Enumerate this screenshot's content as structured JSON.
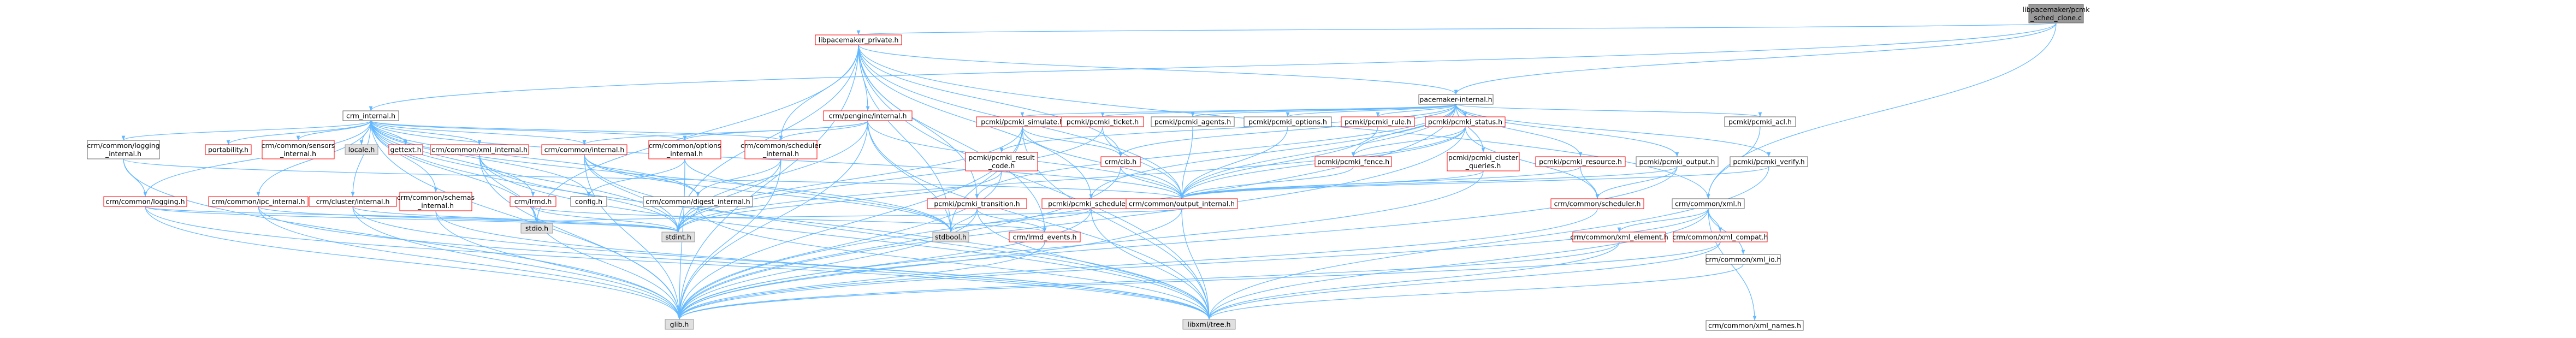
{
  "graph": {
    "title": "",
    "nodes": [
      {
        "id": "root",
        "lines": [
          "libpacemaker/pcmk",
          "_sched_clone.c"
        ],
        "style": "root"
      },
      {
        "id": "libpacemaker_private",
        "lines": [
          "libpacemaker_private.h"
        ],
        "style": "red"
      },
      {
        "id": "crm_internal",
        "lines": [
          "crm_internal.h"
        ],
        "style": "normal"
      },
      {
        "id": "pacemaker_internal",
        "lines": [
          "pacemaker-internal.h"
        ],
        "style": "normal"
      },
      {
        "id": "crm_pengine_internal",
        "lines": [
          "crm/pengine/internal.h"
        ],
        "style": "red"
      },
      {
        "id": "cs_logging_internal",
        "lines": [
          "crm/common/logging",
          "_internal.h"
        ],
        "style": "normal"
      },
      {
        "id": "portability",
        "lines": [
          "portability.h"
        ],
        "style": "red"
      },
      {
        "id": "sensors_internal",
        "lines": [
          "crm/common/sensors",
          "_internal.h"
        ],
        "style": "red"
      },
      {
        "id": "locale",
        "lines": [
          "locale.h"
        ],
        "style": "gray"
      },
      {
        "id": "gettext",
        "lines": [
          "gettext.h"
        ],
        "style": "red"
      },
      {
        "id": "xml_internal",
        "lines": [
          "crm/common/xml_internal.h"
        ],
        "style": "red"
      },
      {
        "id": "common_internal",
        "lines": [
          "crm/common/internal.h"
        ],
        "style": "red"
      },
      {
        "id": "options_internal",
        "lines": [
          "crm/common/options",
          "_internal.h"
        ],
        "style": "red"
      },
      {
        "id": "scheduler_internal",
        "lines": [
          "crm/common/scheduler",
          "_internal.h"
        ],
        "style": "red"
      },
      {
        "id": "simulate",
        "lines": [
          "pcmki/pcmki_simulate.h"
        ],
        "style": "red"
      },
      {
        "id": "ticket",
        "lines": [
          "pcmki/pcmki_ticket.h"
        ],
        "style": "red"
      },
      {
        "id": "agents",
        "lines": [
          "pcmki/pcmki_agents.h"
        ],
        "style": "normal"
      },
      {
        "id": "options",
        "lines": [
          "pcmki/pcmki_options.h"
        ],
        "style": "normal"
      },
      {
        "id": "rule",
        "lines": [
          "pcmki/pcmki_rule.h"
        ],
        "style": "red"
      },
      {
        "id": "status",
        "lines": [
          "pcmki/pcmki_status.h"
        ],
        "style": "red"
      },
      {
        "id": "acl",
        "lines": [
          "pcmki/pcmki_acl.h"
        ],
        "style": "normal"
      },
      {
        "id": "logging",
        "lines": [
          "crm/common/logging.h"
        ],
        "style": "red"
      },
      {
        "id": "ipc_internal",
        "lines": [
          "crm/common/ipc_internal.h"
        ],
        "style": "red"
      },
      {
        "id": "cluster_internal",
        "lines": [
          "crm/cluster/internal.h"
        ],
        "style": "red"
      },
      {
        "id": "schemas_internal",
        "lines": [
          "crm/common/schemas",
          "_internal.h"
        ],
        "style": "red"
      },
      {
        "id": "lrmd",
        "lines": [
          "crm/lrmd.h"
        ],
        "style": "red"
      },
      {
        "id": "config",
        "lines": [
          "config.h"
        ],
        "style": "normal"
      },
      {
        "id": "digest_internal",
        "lines": [
          "crm/common/digest_internal.h"
        ],
        "style": "normal"
      },
      {
        "id": "result_code",
        "lines": [
          "pcmki/pcmki_result",
          "_code.h"
        ],
        "style": "red"
      },
      {
        "id": "cib",
        "lines": [
          "crm/cib.h"
        ],
        "style": "red"
      },
      {
        "id": "transition",
        "lines": [
          "pcmki/pcmki_transition.h"
        ],
        "style": "red"
      },
      {
        "id": "pcmki_scheduler",
        "lines": [
          "pcmki/pcmki_scheduler.h"
        ],
        "style": "red"
      },
      {
        "id": "output_internal",
        "lines": [
          "crm/common/output_internal.h"
        ],
        "style": "red"
      },
      {
        "id": "fence",
        "lines": [
          "pcmki/pcmki_fence.h"
        ],
        "style": "red"
      },
      {
        "id": "cluster_queries",
        "lines": [
          "pcmki/pcmki_cluster",
          "_queries.h"
        ],
        "style": "red"
      },
      {
        "id": "resource",
        "lines": [
          "pcmki/pcmki_resource.h"
        ],
        "style": "red"
      },
      {
        "id": "pcmki_output",
        "lines": [
          "pcmki/pcmki_output.h"
        ],
        "style": "normal"
      },
      {
        "id": "verify",
        "lines": [
          "pcmki/pcmki_verify.h"
        ],
        "style": "normal"
      },
      {
        "id": "common_scheduler",
        "lines": [
          "crm/common/scheduler.h"
        ],
        "style": "red"
      },
      {
        "id": "xml",
        "lines": [
          "crm/common/xml.h"
        ],
        "style": "normal"
      },
      {
        "id": "stdio",
        "lines": [
          "stdio.h"
        ],
        "style": "gray"
      },
      {
        "id": "stdint",
        "lines": [
          "stdint.h"
        ],
        "style": "gray"
      },
      {
        "id": "stdbool",
        "lines": [
          "stdbool.h"
        ],
        "style": "gray"
      },
      {
        "id": "lrmd_events",
        "lines": [
          "crm/lrmd_events.h"
        ],
        "style": "red"
      },
      {
        "id": "xml_element",
        "lines": [
          "crm/common/xml_element.h"
        ],
        "style": "red"
      },
      {
        "id": "xml_compat",
        "lines": [
          "crm/common/xml_compat.h"
        ],
        "style": "red"
      },
      {
        "id": "xml_io",
        "lines": [
          "crm/common/xml_io.h"
        ],
        "style": "normal"
      },
      {
        "id": "glib",
        "lines": [
          "glib.h"
        ],
        "style": "gray"
      },
      {
        "id": "libxml_tree",
        "lines": [
          "libxml/tree.h"
        ],
        "style": "gray"
      },
      {
        "id": "xml_names",
        "lines": [
          "crm/common/xml_names.h"
        ],
        "style": "normal"
      }
    ],
    "edges": [
      [
        "root",
        "libpacemaker_private"
      ],
      [
        "root",
        "crm_internal"
      ],
      [
        "root",
        "pacemaker_internal"
      ],
      [
        "root",
        "xml"
      ],
      [
        "libpacemaker_private",
        "pacemaker_internal"
      ],
      [
        "libpacemaker_private",
        "crm_pengine_internal"
      ],
      [
        "libpacemaker_private",
        "scheduler_internal"
      ],
      [
        "libpacemaker_private",
        "glib"
      ],
      [
        "libpacemaker_private",
        "stdio"
      ],
      [
        "libpacemaker_private",
        "stdbool"
      ],
      [
        "libpacemaker_private",
        "stdint"
      ],
      [
        "libpacemaker_private",
        "lrmd_events"
      ],
      [
        "libpacemaker_private",
        "output_internal"
      ],
      [
        "libpacemaker_private",
        "pcmki_scheduler"
      ],
      [
        "libpacemaker_private",
        "transition"
      ],
      [
        "libpacemaker_private",
        "xml"
      ],
      [
        "libpacemaker_private",
        "cib"
      ],
      [
        "libpacemaker_private",
        "libxml_tree"
      ],
      [
        "crm_internal",
        "config"
      ],
      [
        "crm_internal",
        "glib"
      ],
      [
        "crm_internal",
        "stdbool"
      ],
      [
        "crm_internal",
        "libxml_tree"
      ],
      [
        "crm_internal",
        "cs_logging_internal"
      ],
      [
        "crm_internal",
        "portability"
      ],
      [
        "crm_internal",
        "sensors_internal"
      ],
      [
        "crm_internal",
        "locale"
      ],
      [
        "crm_internal",
        "gettext"
      ],
      [
        "crm_internal",
        "xml_internal"
      ],
      [
        "crm_internal",
        "common_internal"
      ],
      [
        "crm_internal",
        "options_internal"
      ],
      [
        "crm_internal",
        "scheduler_internal"
      ],
      [
        "crm_internal",
        "logging"
      ],
      [
        "crm_internal",
        "ipc_internal"
      ],
      [
        "crm_internal",
        "cluster_internal"
      ],
      [
        "crm_internal",
        "schemas_internal"
      ],
      [
        "crm_internal",
        "digest_internal"
      ],
      [
        "crm_internal",
        "output_internal"
      ],
      [
        "crm_internal",
        "stdint"
      ],
      [
        "crm_internal",
        "stdio"
      ],
      [
        "crm_internal",
        "lrmd"
      ],
      [
        "pacemaker_internal",
        "simulate"
      ],
      [
        "pacemaker_internal",
        "ticket"
      ],
      [
        "pacemaker_internal",
        "agents"
      ],
      [
        "pacemaker_internal",
        "options"
      ],
      [
        "pacemaker_internal",
        "rule"
      ],
      [
        "pacemaker_internal",
        "status"
      ],
      [
        "pacemaker_internal",
        "acl"
      ],
      [
        "pacemaker_internal",
        "result_code"
      ],
      [
        "pacemaker_internal",
        "fence"
      ],
      [
        "pacemaker_internal",
        "cluster_queries"
      ],
      [
        "pacemaker_internal",
        "resource"
      ],
      [
        "pacemaker_internal",
        "pcmki_output"
      ],
      [
        "pacemaker_internal",
        "verify"
      ],
      [
        "pacemaker_internal",
        "transition"
      ],
      [
        "pacemaker_internal",
        "pcmki_scheduler"
      ],
      [
        "pacemaker_internal",
        "output_internal"
      ],
      [
        "pacemaker_internal",
        "glib"
      ],
      [
        "pacemaker_internal",
        "cib"
      ],
      [
        "crm_pengine_internal",
        "options_internal"
      ],
      [
        "crm_pengine_internal",
        "scheduler_internal"
      ],
      [
        "crm_pengine_internal",
        "common_internal"
      ],
      [
        "crm_pengine_internal",
        "output_internal"
      ],
      [
        "crm_pengine_internal",
        "glib"
      ],
      [
        "crm_pengine_internal",
        "stdint"
      ],
      [
        "crm_pengine_internal",
        "stdbool"
      ],
      [
        "crm_pengine_internal",
        "libxml_tree"
      ],
      [
        "cs_logging_internal",
        "logging"
      ],
      [
        "cs_logging_internal",
        "output_internal"
      ],
      [
        "cs_logging_internal",
        "glib"
      ],
      [
        "xml_internal",
        "stdio"
      ],
      [
        "xml_internal",
        "glib"
      ],
      [
        "xml_internal",
        "libxml_tree"
      ],
      [
        "xml_internal",
        "stdint"
      ],
      [
        "common_internal",
        "digest_internal"
      ],
      [
        "common_internal",
        "glib"
      ],
      [
        "common_internal",
        "stdint"
      ],
      [
        "common_internal",
        "stdbool"
      ],
      [
        "common_internal",
        "libxml_tree"
      ],
      [
        "options_internal",
        "glib"
      ],
      [
        "options_internal",
        "config"
      ],
      [
        "options_internal",
        "stdbool"
      ],
      [
        "scheduler_internal",
        "digest_internal"
      ],
      [
        "scheduler_internal",
        "glib"
      ],
      [
        "scheduler_internal",
        "stdint"
      ],
      [
        "simulate",
        "output_internal"
      ],
      [
        "simulate",
        "cib"
      ],
      [
        "simulate",
        "glib"
      ],
      [
        "simulate",
        "stdint"
      ],
      [
        "simulate",
        "stdbool"
      ],
      [
        "simulate",
        "libxml_tree"
      ],
      [
        "ticket",
        "output_internal"
      ],
      [
        "ticket",
        "stdint"
      ],
      [
        "agents",
        "output_internal"
      ],
      [
        "options",
        "output_internal"
      ],
      [
        "rule",
        "output_internal"
      ],
      [
        "status",
        "output_internal"
      ],
      [
        "status",
        "fence"
      ],
      [
        "status",
        "common_scheduler"
      ],
      [
        "status",
        "stdint"
      ],
      [
        "status",
        "glib"
      ],
      [
        "acl",
        "xml"
      ],
      [
        "logging",
        "glib"
      ],
      [
        "logging",
        "stdio"
      ],
      [
        "logging",
        "stdint"
      ],
      [
        "logging",
        "libxml_tree"
      ],
      [
        "ipc_internal",
        "glib"
      ],
      [
        "ipc_internal",
        "stdint"
      ],
      [
        "ipc_internal",
        "libxml_tree"
      ],
      [
        "cluster_internal",
        "glib"
      ],
      [
        "cluster_internal",
        "stdint"
      ],
      [
        "cluster_internal",
        "libxml_tree"
      ],
      [
        "schemas_internal",
        "glib"
      ],
      [
        "schemas_internal",
        "libxml_tree"
      ],
      [
        "lrmd",
        "lrmd_events"
      ],
      [
        "lrmd",
        "glib"
      ],
      [
        "lrmd",
        "stdint"
      ],
      [
        "digest_internal",
        "stdint"
      ],
      [
        "digest_internal",
        "libxml_tree"
      ],
      [
        "result_code",
        "stdint"
      ],
      [
        "result_code",
        "glib"
      ],
      [
        "cib",
        "output_internal"
      ],
      [
        "cib",
        "glib"
      ],
      [
        "transition",
        "lrmd_events"
      ],
      [
        "transition",
        "glib"
      ],
      [
        "transition",
        "libxml_tree"
      ],
      [
        "transition",
        "stdbool"
      ],
      [
        "pcmki_scheduler",
        "glib"
      ],
      [
        "pcmki_scheduler",
        "libxml_tree"
      ],
      [
        "pcmki_scheduler",
        "stdbool"
      ],
      [
        "output_internal",
        "stdio"
      ],
      [
        "output_internal",
        "libxml_tree"
      ],
      [
        "output_internal",
        "glib"
      ],
      [
        "fence",
        "output_internal"
      ],
      [
        "cluster_queries",
        "output_internal"
      ],
      [
        "cluster_queries",
        "glib"
      ],
      [
        "resource",
        "output_internal"
      ],
      [
        "resource",
        "common_scheduler"
      ],
      [
        "pcmki_output",
        "output_internal"
      ],
      [
        "pcmki_output",
        "common_scheduler"
      ],
      [
        "pcmki_output",
        "glib"
      ],
      [
        "verify",
        "output_internal"
      ],
      [
        "verify",
        "libxml_tree"
      ],
      [
        "common_scheduler",
        "glib"
      ],
      [
        "xml",
        "xml_element"
      ],
      [
        "xml",
        "xml_compat"
      ],
      [
        "xml",
        "xml_io"
      ],
      [
        "xml",
        "xml_names"
      ],
      [
        "xml",
        "glib"
      ],
      [
        "xml",
        "libxml_tree"
      ],
      [
        "lrmd_events",
        "glib"
      ],
      [
        "xml_element",
        "glib"
      ],
      [
        "xml_element",
        "libxml_tree"
      ],
      [
        "xml_compat",
        "glib"
      ],
      [
        "xml_compat",
        "libxml_tree"
      ],
      [
        "xml_io",
        "libxml_tree"
      ]
    ],
    "colors": {
      "edge": "#63b8ff",
      "red_border": "#ff0000",
      "normal_border": "#666666",
      "gray_fill": "#e0e0e0",
      "root_fill": "#999999",
      "text": "#000000"
    }
  }
}
